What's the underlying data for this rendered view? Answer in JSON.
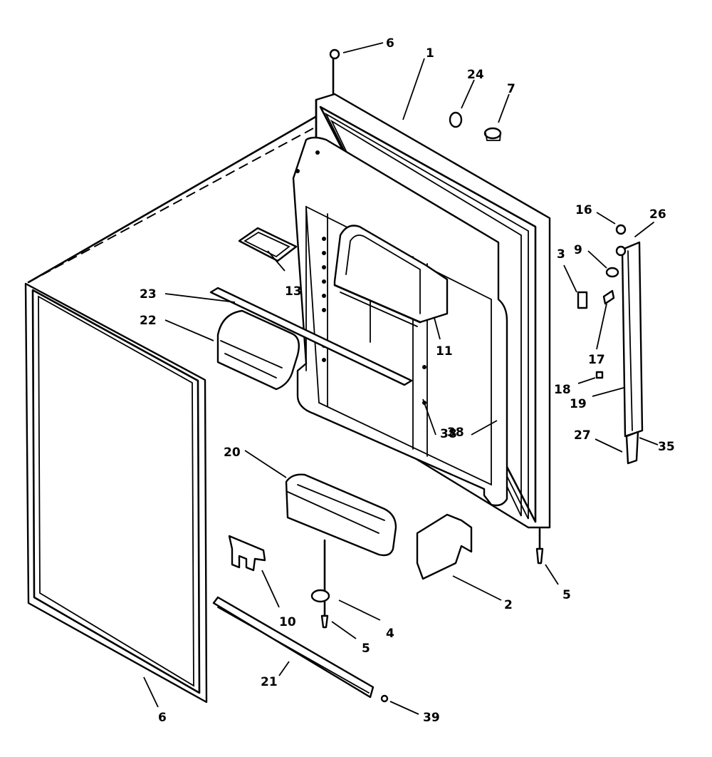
{
  "diagram": {
    "callouts": [
      {
        "id": "c6top",
        "label": "6"
      },
      {
        "id": "c1",
        "label": "1"
      },
      {
        "id": "c24",
        "label": "24"
      },
      {
        "id": "c7",
        "label": "7"
      },
      {
        "id": "c16",
        "label": "16"
      },
      {
        "id": "c26",
        "label": "26"
      },
      {
        "id": "c9",
        "label": "9"
      },
      {
        "id": "c3",
        "label": "3"
      },
      {
        "id": "c17",
        "label": "17"
      },
      {
        "id": "c13",
        "label": "13"
      },
      {
        "id": "c23",
        "label": "23"
      },
      {
        "id": "c22",
        "label": "22"
      },
      {
        "id": "c11",
        "label": "11"
      },
      {
        "id": "c18",
        "label": "18"
      },
      {
        "id": "c19",
        "label": "19"
      },
      {
        "id": "c38a",
        "label": "38"
      },
      {
        "id": "c38b",
        "label": "38"
      },
      {
        "id": "c27",
        "label": "27"
      },
      {
        "id": "c35",
        "label": "35"
      },
      {
        "id": "c20",
        "label": "20"
      },
      {
        "id": "c10",
        "label": "10"
      },
      {
        "id": "c2",
        "label": "2"
      },
      {
        "id": "c5right",
        "label": "5"
      },
      {
        "id": "c4",
        "label": "4"
      },
      {
        "id": "c5mid",
        "label": "5"
      },
      {
        "id": "c21",
        "label": "21"
      },
      {
        "id": "c39",
        "label": "39"
      },
      {
        "id": "c6bottom",
        "label": "6"
      }
    ]
  }
}
